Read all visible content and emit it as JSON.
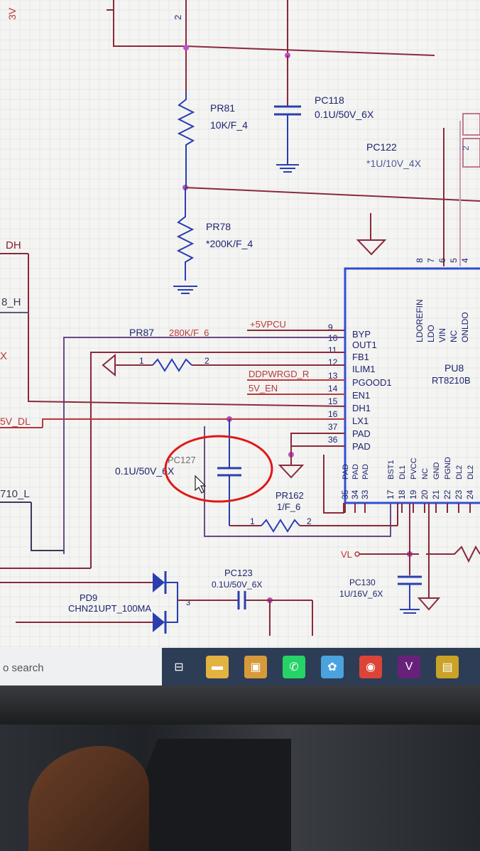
{
  "schematic": {
    "top_labels": {
      "edge_3v": "3V",
      "pin_2": "2"
    },
    "components": {
      "pr81": {
        "ref": "PR81",
        "value": "10K/F_4"
      },
      "pc118": {
        "ref": "PC118",
        "value": "0.1U/50V_6X"
      },
      "pc122": {
        "ref": "PC122",
        "value": "*1U/10V_4X"
      },
      "pr78": {
        "ref": "PR78",
        "value": "*200K/F_4"
      },
      "pr87": {
        "ref": "PR87",
        "value": "280K/F_6",
        "pin1": "1",
        "pin2": "2"
      },
      "pc127": {
        "ref": "PC127",
        "value": "0.1U/50V_6X"
      },
      "pr162": {
        "ref": "PR162",
        "value": "1/F_6",
        "pin1": "1",
        "pin2": "2"
      },
      "pc123": {
        "ref": "PC123",
        "value": "0.1U/50V_6X"
      },
      "pc130": {
        "ref": "PC130",
        "value": "1U/16V_6X"
      },
      "pd9": {
        "ref": "PD9",
        "value": "CHN21UPT_100MA",
        "pin3": "3"
      },
      "pu8": {
        "ref": "PU8",
        "value": "RT8210B"
      }
    },
    "nets": {
      "dh": "DH",
      "dh_h": "8_H",
      "dl_5v": "5V_DL",
      "l710": "710_L",
      "vpcu": "+5VPCU",
      "ddpwrgd": "DDPWRGD_R",
      "en5v": "5V_EN",
      "vl": "VL",
      "x_mark": "X"
    },
    "ic_left_pins": [
      {
        "num": "9",
        "name": "BYP"
      },
      {
        "num": "10",
        "name": "OUT1"
      },
      {
        "num": "11",
        "name": "FB1"
      },
      {
        "num": "12",
        "name": "ILIM1"
      },
      {
        "num": "13",
        "name": "PGOOD1"
      },
      {
        "num": "14",
        "name": "EN1"
      },
      {
        "num": "15",
        "name": "DH1"
      },
      {
        "num": "16",
        "name": "LX1"
      },
      {
        "num": "37",
        "name": "PAD"
      },
      {
        "num": "36",
        "name": "PAD"
      }
    ],
    "ic_top_pins": [
      {
        "num": "8",
        "name": "LDOREFIN"
      },
      {
        "num": "7",
        "name": "LDO"
      },
      {
        "num": "6",
        "name": "VIN"
      },
      {
        "num": "5",
        "name": "NC"
      },
      {
        "num": "4",
        "name": "ONLDO"
      }
    ],
    "ic_bottom_pins": [
      {
        "num": "35",
        "name": "PAD"
      },
      {
        "num": "34",
        "name": "PAD"
      },
      {
        "num": "33",
        "name": "PAD"
      },
      {
        "num": "17",
        "name": "BST1"
      },
      {
        "num": "18",
        "name": "DL1"
      },
      {
        "num": "19",
        "name": "PVCC"
      },
      {
        "num": "20",
        "name": "NC"
      },
      {
        "num": "21",
        "name": "GND"
      },
      {
        "num": "22",
        "name": "PGND"
      },
      {
        "num": "23",
        "name": "DL2"
      },
      {
        "num": "24",
        "name": "DL2"
      }
    ]
  },
  "taskbar": {
    "search_text": "o search",
    "apps": [
      {
        "icon": "task-view-icon",
        "glyph": "⊟",
        "color": "#2d3d56"
      },
      {
        "icon": "file-explorer-icon",
        "glyph": "▬",
        "color": "#e3b341"
      },
      {
        "icon": "store-icon",
        "glyph": "▣",
        "color": "#d79a3a"
      },
      {
        "icon": "whatsapp-icon",
        "glyph": "✆",
        "color": "#25d366"
      },
      {
        "icon": "paint-icon",
        "glyph": "✿",
        "color": "#4aa3df"
      },
      {
        "icon": "chrome-icon",
        "glyph": "◉",
        "color": "#db4437"
      },
      {
        "icon": "visual-studio-icon",
        "glyph": "V",
        "color": "#68217a"
      },
      {
        "icon": "pdf-app-icon",
        "glyph": "▤",
        "color": "#c9a227"
      }
    ]
  },
  "colors": {
    "wire_brown": "#8a2a3c",
    "wire_purple": "#7a4f8a",
    "wire_navy": "#5a5a7a",
    "ic_blue": "#2f4fd8",
    "component_blue": "#2a3fb0",
    "net_red": "#b83a3a",
    "junction": "#c050c8",
    "highlight_red": "#e01818"
  }
}
